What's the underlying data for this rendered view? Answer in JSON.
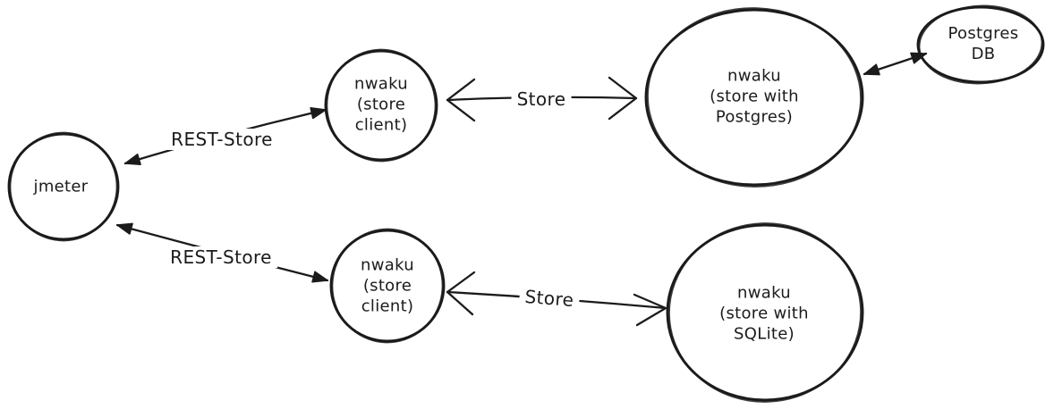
{
  "canvas": {
    "background": "#ffffff",
    "ink": "#1b1b1b"
  },
  "nodes": [
    {
      "id": "jmeter",
      "label": "jmeter"
    },
    {
      "id": "nwaku-store-client-top",
      "label": "nwaku\n(store\nclient)"
    },
    {
      "id": "nwaku-store-postgres",
      "label": "nwaku\n(store with\nPostgres)"
    },
    {
      "id": "postgres-db",
      "label": "Postgres\nDB"
    },
    {
      "id": "nwaku-store-client-bottom",
      "label": "nwaku\n(store\nclient)"
    },
    {
      "id": "nwaku-store-sqlite",
      "label": "nwaku\n(store with\nSQLite)"
    }
  ],
  "edges": [
    {
      "id": "rest-store-top",
      "label": "REST-Store",
      "style": "filled-double-arrow"
    },
    {
      "id": "store-top",
      "label": "Store",
      "style": "open-double-arrow"
    },
    {
      "id": "postgres-db-link",
      "label": "",
      "style": "filled-double-arrow"
    },
    {
      "id": "rest-store-bottom",
      "label": "REST-Store",
      "style": "filled-double-arrow"
    },
    {
      "id": "store-bottom",
      "label": "Store",
      "style": "open-double-arrow"
    }
  ]
}
